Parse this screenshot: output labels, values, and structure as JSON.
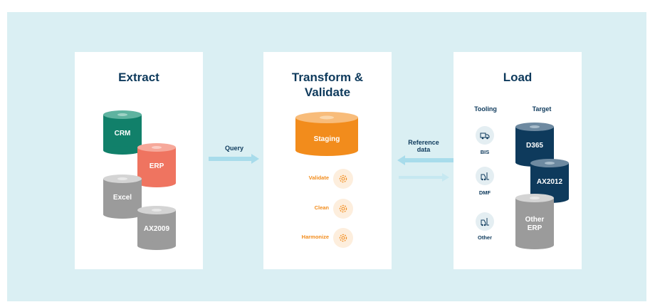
{
  "colors": {
    "background": "#daeff3",
    "panel": "#ffffff",
    "title": "#0e3a5c",
    "crm": "#11806a",
    "erp": "#ef7460",
    "gray": "#9b9b9b",
    "staging": "#f28c1c",
    "navy": "#0e3a5c",
    "arrow": "#a8dceb"
  },
  "extract": {
    "title": "Extract",
    "sources": [
      "CRM",
      "ERP",
      "Excel",
      "AX2009"
    ]
  },
  "query_label": "Query",
  "transform": {
    "title_line1": "Transform &",
    "title_line2": "Validate",
    "staging": "Staging",
    "steps": [
      "Validate",
      "Clean",
      "Harmonize"
    ],
    "step_icon": "gear-icon"
  },
  "reference_label_line1": "Reference",
  "reference_label_line2": "data",
  "load": {
    "title": "Load",
    "tooling_header": "Tooling",
    "target_header": "Target",
    "tools": [
      {
        "label": "BIS",
        "icon": "truck-icon"
      },
      {
        "label": "DMF",
        "icon": "forklift-icon"
      },
      {
        "label": "Other",
        "icon": "forklift-icon"
      }
    ],
    "targets": [
      "D365",
      "AX2012",
      "Other ERP"
    ]
  }
}
